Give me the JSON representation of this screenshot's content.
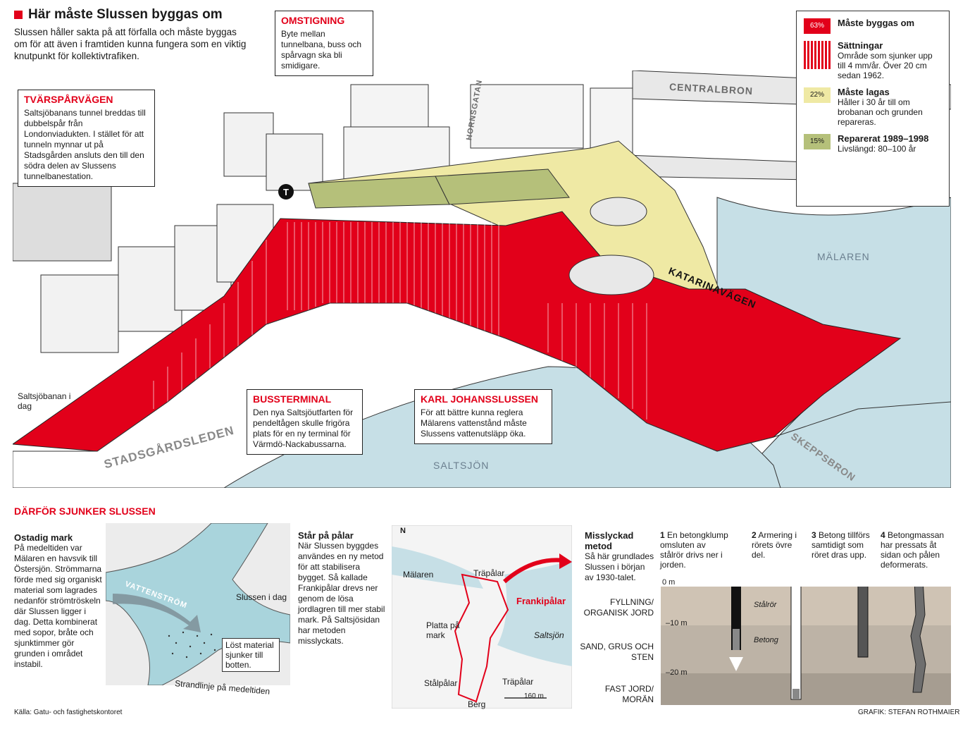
{
  "title": "Här måste Slussen byggas om",
  "intro": "Slussen håller sakta på att förfalla och måste byggas om för att även i framtiden kunna fungera som en viktig knutpunkt för kollektivtrafiken.",
  "callouts": {
    "tvarspar": {
      "head": "TVÄRSPÅRVÄGEN",
      "text": "Saltsjöbanans tunnel breddas till dubbelspår från Londonviadukten. I stället för att tunneln mynnar ut på Stadsgården ansluts den till den södra delen av Slussens tunnelbanestation."
    },
    "omstigning": {
      "head": "OMSTIGNING",
      "text": "Byte mellan tunnelbana, buss och spårvagn ska bli smidigare."
    },
    "bussterminal": {
      "head": "BUSSTERMINAL",
      "text": "Den nya Saltsjöutfarten för pendeltågen skulle frigöra plats för en ny terminal för Värmdö-Nackabussarna."
    },
    "karljohan": {
      "head": "KARL JOHANSSLUSSEN",
      "text": "För att bättre kunna reglera Mälarens vattenstånd måste Slussens vattenutsläpp öka."
    }
  },
  "legend": {
    "items": [
      {
        "pct": "63%",
        "title": "Måste byggas om",
        "text": "",
        "color": "#e2001a"
      },
      {
        "pct": "",
        "title": "Sättningar",
        "text": "Område som sjunker upp till 4 mm/år. Över 20 cm sedan 1962.",
        "color": "#e2001a"
      },
      {
        "pct": "22%",
        "title": "Måste lagas",
        "text": "Håller i 30 år till om brobanan och grunden repareras.",
        "color": "#efe9a4"
      },
      {
        "pct": "15%",
        "title": "Reparerat 1989–1998",
        "text": "Livslängd: 80–100 år",
        "color": "#b5c07a"
      }
    ]
  },
  "map_labels": {
    "centralbron": "CENTRALBRON",
    "hornsgatan": "HORNSGATAN",
    "malaren": "MÄLAREN",
    "katarinavagen": "KATARINAVÄGEN",
    "stadsgardsleden": "STADSGÅRDSLEDEN",
    "saltsjon": "SALTSJÖN",
    "skeppsbron": "SKEPPSBRON",
    "saltsjobanan": "Saltsjöbanan i dag",
    "t_sign": "T"
  },
  "section": {
    "title": "DÄRFÖR SJUNKER SLUSSEN",
    "ostadig_head": "Ostadig mark",
    "ostadig_text": "På medeltiden var Mälaren en havsvik till Östersjön. Strömmarna förde med sig organiskt material som lagrades nedanför strömtröskeln där Slussen ligger i dag. Detta kombinerat med sopor, bråte och sjunktimmer gör grunden i området instabil.",
    "map1": {
      "vattenstrom": "VATTENSTRÖM",
      "slussen_idag": "Slussen i dag",
      "lost_material": "Löst material sjunker till botten.",
      "strandlinje": "Strandlinje på medeltiden"
    },
    "pa_palar_head": "Står på pålar",
    "pa_palar_text": "När Slussen byggdes användes en ny metod för att stabilisera bygget. Så kallade Frankipålar drevs ner genom de lösa jordlagren till mer stabil mark. På Saltsjösidan har metoden misslyckats.",
    "map2": {
      "north": "N",
      "malaren": "Mälaren",
      "trapalar_top": "Träpålar",
      "frankipalar": "Frankipålar",
      "platta": "Platta på mark",
      "saltsjon": "Saltsjön",
      "stalpalar": "Stålpålar",
      "trapalar_bottom": "Träpålar",
      "berg": "Berg",
      "scale": "160 m"
    },
    "misslyckad_head": "Misslyckad metod",
    "misslyckad_text": "Så här grundlades Slussen i början av 1930-talet.",
    "steps": [
      {
        "num": "1",
        "text": "En betongklump omsluten av stålrör drivs ner i jorden."
      },
      {
        "num": "2",
        "text": "Armering i rörets övre del."
      },
      {
        "num": "3",
        "text": "Betong tillförs samtidigt som röret dras upp."
      },
      {
        "num": "4",
        "text": "Betongmassan har pressats åt sidan och pålen deformerats."
      }
    ],
    "depths": {
      "d0": "0 m",
      "d10": "–10 m",
      "d20": "–20 m"
    },
    "layers": {
      "l1": "FYLLNING/ ORGANISK JORD",
      "l2": "SAND, GRUS OCH STEN",
      "l3": "FAST JORD/ MORÄN"
    },
    "pile_labels": {
      "stalror": "Stålrör",
      "betong": "Betong"
    }
  },
  "source": "Källa: Gatu- och fastighetskontoret",
  "credit": "GRAFIK: STEFAN ROTHMAIER"
}
